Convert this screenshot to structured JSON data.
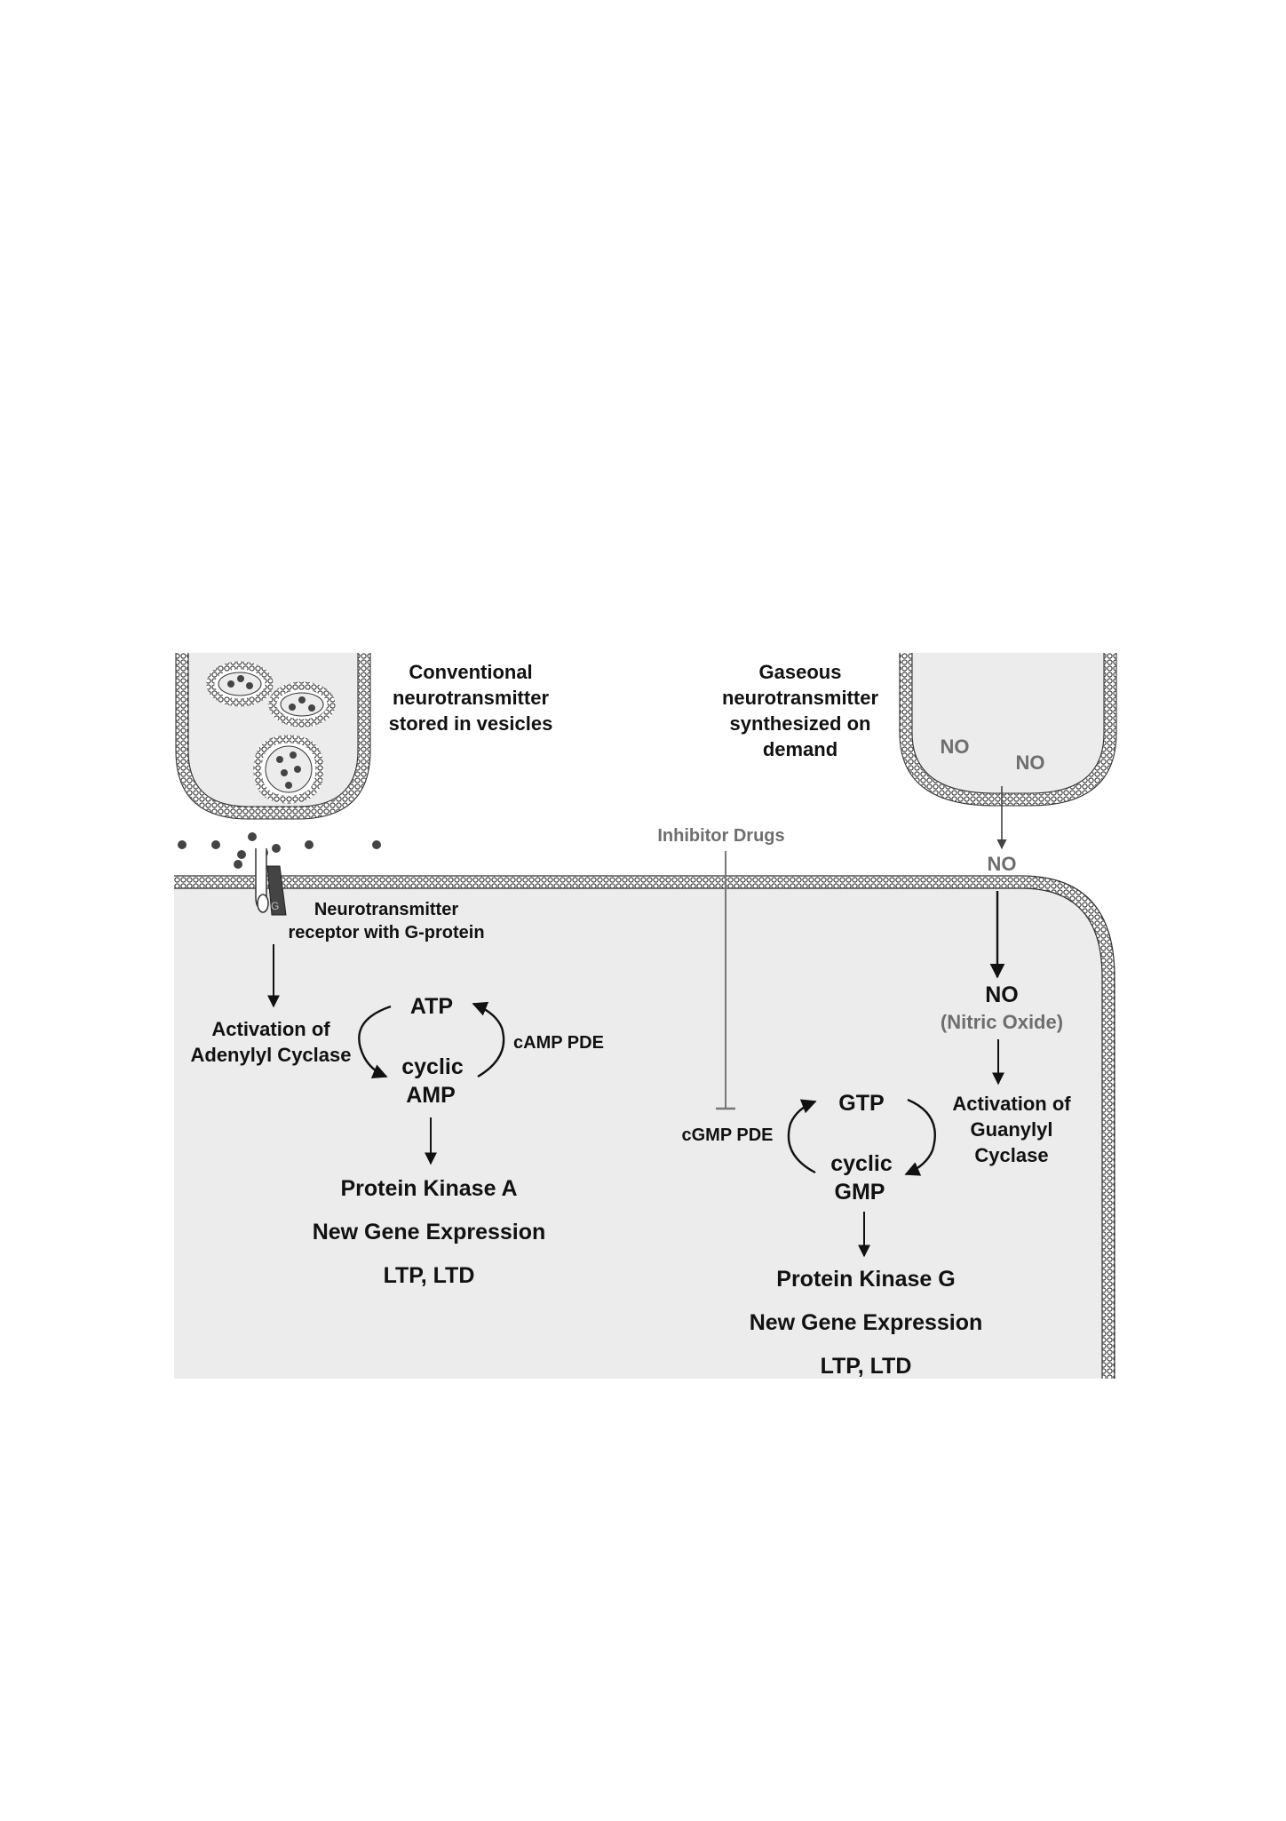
{
  "figure": {
    "presyn_left_label": [
      "Conventional",
      "neurotransmitter",
      "stored in vesicles"
    ],
    "presyn_right_label": [
      "Gaseous",
      "neurotransmitter",
      "synthesized on",
      "demand"
    ],
    "no_in_terminal_1": "NO",
    "no_in_terminal_2": "NO",
    "no_cleft": "NO",
    "inhibitor": "Inhibitor Drugs",
    "receptor_label": [
      "Neurotransmitter",
      "receptor with G-protein"
    ],
    "g_protein_letter": "G",
    "camp_pathway": {
      "activation": [
        "Activation of",
        "Adenylyl Cyclase"
      ],
      "atp": "ATP",
      "cyclic": "cyclic",
      "amp": "AMP",
      "pde": "cAMP PDE",
      "kinase": "Protein Kinase A",
      "gene": "New Gene Expression",
      "plasticity": "LTP, LTD"
    },
    "cgmp_pathway": {
      "no": "NO",
      "nitric_oxide": "(Nitric Oxide)",
      "activation": [
        "Activation of",
        "Guanylyl",
        "Cyclase"
      ],
      "gtp": "GTP",
      "cyclic": "cyclic",
      "gmp": "GMP",
      "pde": "cGMP PDE",
      "kinase": "Protein Kinase G",
      "gene": "New Gene Expression",
      "plasticity": "LTP, LTD"
    }
  },
  "colors": {
    "cytoplasm": "#ececec",
    "membrane_stroke": "#333333",
    "label_grey": "#6e6e6e",
    "text": "#111111"
  }
}
